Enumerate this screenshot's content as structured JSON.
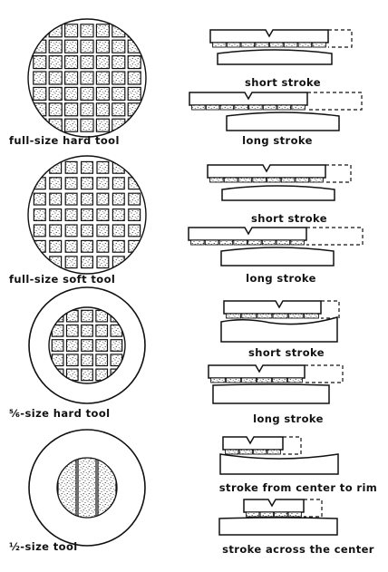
{
  "colors": {
    "ink": "#111111",
    "paper": "#ffffff"
  },
  "panels": [
    {
      "tool_label": "full-size hard tool",
      "tool_kind": "full-hard",
      "strokes": [
        "short stroke",
        "long stroke"
      ]
    },
    {
      "tool_label": "full-size soft tool",
      "tool_kind": "full-soft",
      "strokes": [
        "short stroke",
        "long stroke"
      ]
    },
    {
      "tool_label": "⅚-size hard tool",
      "tool_kind": "five-sixths-hard",
      "strokes": [
        "short stroke",
        "long stroke"
      ]
    },
    {
      "tool_label": "½-size tool",
      "tool_kind": "half-size",
      "strokes": [
        "stroke from center to rim",
        "stroke across the center"
      ]
    }
  ]
}
